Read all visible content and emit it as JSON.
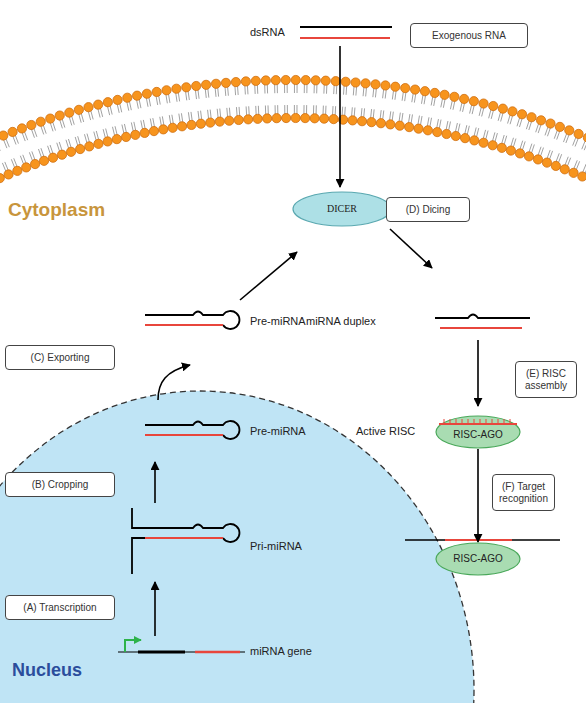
{
  "diagram": {
    "nodes": [
      {
        "text": [
          "Exogenous RNA"
        ]
      },
      {
        "text": [
          "DICER"
        ]
      },
      {
        "text": [
          "(D) Dicing"
        ]
      },
      {
        "text": [
          "(C) Exporting"
        ]
      },
      {
        "text": [
          "(E) RISC assembly"
        ]
      },
      {
        "text": [
          "Nucleus"
        ]
      },
      {
        "text": [
          "RISC-AGO"
        ]
      },
      {
        "text": [
          "(B) Cropping"
        ],
        "in": 5
      },
      {
        "text": [
          "(F) Target recognition"
        ]
      },
      {
        "text": [
          "RISC-AGO"
        ]
      },
      {
        "text": [
          "(A) Transcription"
        ],
        "in": 5
      }
    ],
    "edges": [
      {
        "from": 6,
        "to": 9,
        "arrow": "to"
      }
    ],
    "labels": [
      "dsRNA",
      "Cytoplasm",
      "Pre-miRNA",
      "miRNA duplex",
      "Pre-miRNA",
      "Active RISC",
      "Pri-miRNA",
      "miRNA gene"
    ]
  }
}
